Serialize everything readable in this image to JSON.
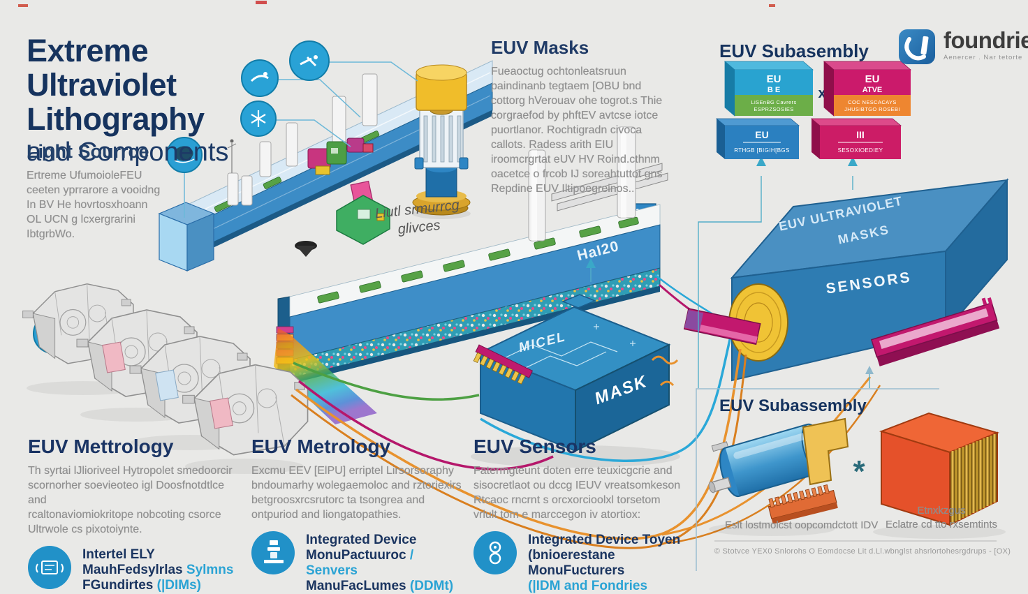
{
  "title": {
    "line1": "Extreme",
    "line2": "Ultraviolet",
    "line3": "Lithography",
    "subtitle": "and Components"
  },
  "light_source": {
    "heading": "Light Sourrce",
    "body": "Ertreme UfumoioleFEU\nceeten yprrarore a vooidng\nIn BV He hovrtosxhoann\nOL UCN g lcxergrarini\nIbtgrbWo."
  },
  "euv_masks": {
    "heading": "EUV Masks",
    "body": "Fueaoctug ochtonleatsruun\npaindinanb tegtaem [OBU bnd\ncottorg hVerouav ohe togrot.s Thie\ncorgraefod by phftEV avtcse iotce\npuortlanor. Rochtigradn civoca\ncallots. Radess arith EIU\niroomcrgrtat eUV HV Roind.cthnm\noacetce o frcob IJ soreahtuttot gns\nRepdine EUV Iltipoegreinos.."
  },
  "subassembly_top": {
    "heading": "EUV Subasembly",
    "multiply": "x",
    "boxes": [
      {
        "top1": "EU",
        "top2": "B E",
        "bot1": "LiSEnBG Cavrers",
        "bot2": "ESPRZSOSIES"
      },
      {
        "top1": "EU",
        "top2": "ATVE",
        "bot1": "COC NESCACAYS",
        "bot2": "JHUSIBTGO ROSEBI"
      },
      {
        "top1": "EU",
        "top2": "RTHGB [BIGIH[BGS"
      },
      {
        "top1": "III",
        "top2": "SESOXIOEDIEY"
      }
    ]
  },
  "logo": {
    "wordmark": "foundries",
    "tagline": "Aenercer . Nar tetorte"
  },
  "diagram": {
    "light_gives_l1": "Liutl srmurrcg",
    "light_gives_l2": "glivces",
    "belt_code": "HaI20",
    "mask_top": "MICEL",
    "mask_front": "MASK",
    "bigbox_top_l1": "EUV ULTRAVIOLET",
    "bigbox_top_l2": "MASKS",
    "bigbox_front": "SENSORS"
  },
  "sections": [
    {
      "heading": "EUV Mettrology",
      "body": "Th syrtai lJlioriveel Hytropolet smedoorcir\nscornorher soevieoteo igl Doosfnotdtlce and\nrcaltonaviomiokritope nobcoting csorce\nUltrwole cs pixotoiynte.",
      "label_l1": "Intertel ELY",
      "label_l2a": "MauhFedsylrlas ",
      "label_l2b": "Sylmns",
      "label_l3a": "FGundirtes ",
      "label_l3b": "(|DIMs)"
    },
    {
      "heading": "EUV Metrology",
      "body": "Excmu EEV [ElPU] erriptel Lirsorsoraphy\nbndoumarhy wolegaemoloc and rztoriexirs\nbetgroosxrcsrutorc ta tsongrea and\nontpuriod and liongatopathies.",
      "label_l1": "Integrated Device",
      "label_l2a": "MonuPactuuroc ",
      "label_l2b": "/ Senvers",
      "label_l3a": "ManuFacLumes ",
      "label_l3b": "(DDMt)"
    },
    {
      "heading": "EUV Sensors",
      "body": "Fatermgteunt doten erre teuxicgcrie and\nsisocretlaot ou dccg IEUV vreatsomkeson\nRtcaoc rncrnt s orcxorcioolxl torsetom\nvrlult tom e marccegon iv atortiox:",
      "label_l1": "Integrated Device Toyen",
      "label_l2a": "(bnioerestane MonuFucturers",
      "label_l2b": "",
      "label_l3a": "",
      "label_l3b": "(|IDM and Fondries"
    }
  ],
  "subassembly_bottom": {
    "heading": "EUV Subassembly",
    "star": "*",
    "caption_left": "Eslt lostmolcst oopcomdctott IDV",
    "caption_right_l1": "Etnxkzgus",
    "caption_right_l2": "Eclatre cd tto rxsemtints",
    "footer": "© Stotvce YEX0 Snlorohs O Eomdocse Lit d.Ll.wbnglst ahsrlortohesrgdrups - [OX)"
  },
  "icons": {
    "section1": "fab-machine-icon",
    "section2": "wafer-handler-icon",
    "section3": "metrology-rings-icon",
    "callouts": [
      "wrench-icon",
      "tools-icon",
      "snowflake-icon",
      "globe-icon",
      "stylus-icon",
      "globe-icon"
    ]
  },
  "colors": {
    "navy": "#16335e",
    "cyan_accent": "#2aa3d4",
    "belt_blue": "#3e8ec8",
    "box_blue": "#2e7cb2",
    "magenta": "#c2186e",
    "orange": "#ee8630",
    "green": "#6cae48",
    "yellow": "#f0c335",
    "body_gray": "#8f8f8f",
    "icon_blue": "#2191c8",
    "background": "#e9e9e7"
  }
}
